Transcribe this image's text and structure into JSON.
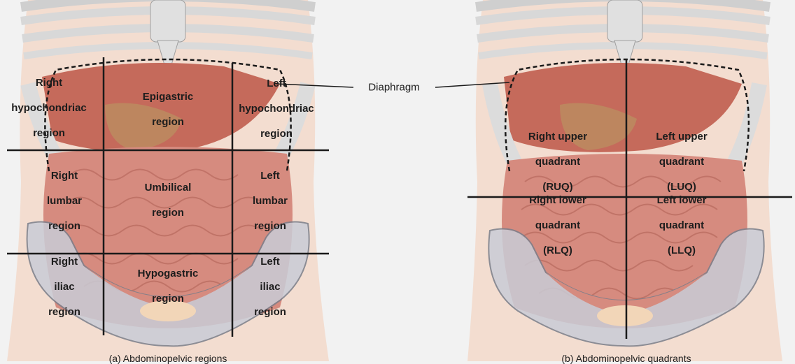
{
  "panel_a": {
    "regions": [
      {
        "line1": "Right",
        "line2": "hypochondriac",
        "line3": "region"
      },
      {
        "line1": "Epigastric",
        "line2": "region",
        "line3": ""
      },
      {
        "line1": "Left",
        "line2": "hypochondriac",
        "line3": "region"
      },
      {
        "line1": "Right",
        "line2": "lumbar",
        "line3": "region"
      },
      {
        "line1": "Umbilical",
        "line2": "region",
        "line3": ""
      },
      {
        "line1": "Left",
        "line2": "lumbar",
        "line3": "region"
      },
      {
        "line1": "Right",
        "line2": "iliac",
        "line3": "region"
      },
      {
        "line1": "Hypogastric",
        "line2": "region",
        "line3": ""
      },
      {
        "line1": "Left",
        "line2": "iliac",
        "line3": "region"
      }
    ],
    "caption": "(a) Abdominopelvic regions"
  },
  "diaphragm_label": "Diaphragm",
  "panel_b": {
    "quadrants": [
      {
        "line1": "Right upper",
        "line2": "quadrant",
        "line3": "(RUQ)"
      },
      {
        "line1": "Left upper",
        "line2": "quadrant",
        "line3": "(LUQ)"
      },
      {
        "line1": "Right lower",
        "line2": "quadrant",
        "line3": "(RLQ)"
      },
      {
        "line1": "Left lower",
        "line2": "quadrant",
        "line3": "(LLQ)"
      }
    ],
    "caption": "(b) Abdominopelvic quadrants"
  },
  "colors": {
    "background": "#f2f2f2",
    "skin": "#f1d8c9",
    "bone": "#dcdcdc",
    "bone_outline": "#9a9a9a",
    "organ": "#d4877a",
    "organ_dark": "#b55f52",
    "liver": "#c4685a",
    "pelvis": "#c9ccd6",
    "divider": "#1a1a1a"
  }
}
